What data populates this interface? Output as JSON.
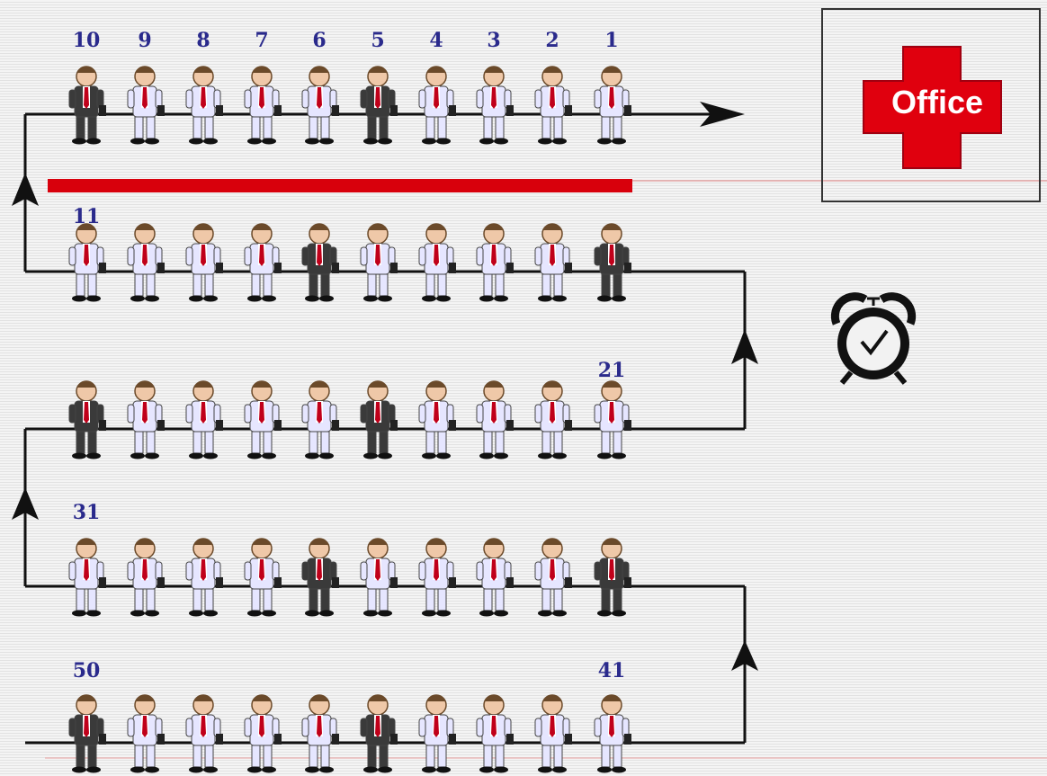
{
  "rows": [
    {
      "labels": [
        {
          "col": 0,
          "text": "10"
        },
        {
          "col": 1,
          "text": "9"
        },
        {
          "col": 2,
          "text": "8"
        },
        {
          "col": 3,
          "text": "7"
        },
        {
          "col": 4,
          "text": "6"
        },
        {
          "col": 5,
          "text": "5"
        },
        {
          "col": 6,
          "text": "4"
        },
        {
          "col": 7,
          "text": "3"
        },
        {
          "col": 8,
          "text": "2"
        },
        {
          "col": 9,
          "text": "1"
        }
      ],
      "dark_suits": [
        0,
        5
      ]
    },
    {
      "labels": [
        {
          "col": 0,
          "text": "11"
        }
      ],
      "dark_suits": [
        4,
        9
      ]
    },
    {
      "labels": [
        {
          "col": 9,
          "text": "21"
        }
      ],
      "dark_suits": [
        0,
        5
      ]
    },
    {
      "labels": [
        {
          "col": 0,
          "text": "31"
        }
      ],
      "dark_suits": [
        4,
        9
      ]
    },
    {
      "labels": [
        {
          "col": 0,
          "text": "50"
        },
        {
          "col": 9,
          "text": "41"
        }
      ],
      "dark_suits": [
        0,
        5
      ]
    }
  ],
  "office": {
    "label": "Office"
  },
  "colors": {
    "line": "#111111",
    "barrier": "#d8000c",
    "cross": "#e0000e",
    "number": "#2a2a8c",
    "light_suit": "#e6e6ff",
    "dark_suit": "#3a3a3a",
    "tie": "#c0001a",
    "skin": "#efc8a8"
  },
  "icons": {
    "clock": "alarm-clock-icon"
  }
}
